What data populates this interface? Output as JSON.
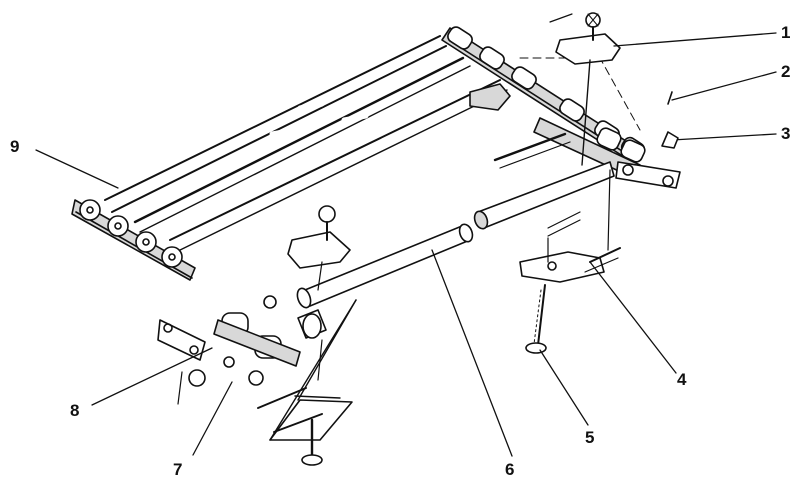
{
  "callouts": [
    {
      "id": "1",
      "label": "1"
    },
    {
      "id": "2",
      "label": "2"
    },
    {
      "id": "3",
      "label": "3"
    },
    {
      "id": "4",
      "label": "4"
    },
    {
      "id": "5",
      "label": "5"
    },
    {
      "id": "6",
      "label": "6"
    },
    {
      "id": "7",
      "label": "7"
    },
    {
      "id": "8",
      "label": "8"
    },
    {
      "id": "9",
      "label": "9"
    }
  ],
  "colors": {
    "ink": "#111111",
    "paper": "#ffffff",
    "shade": "#d8d8d8"
  }
}
